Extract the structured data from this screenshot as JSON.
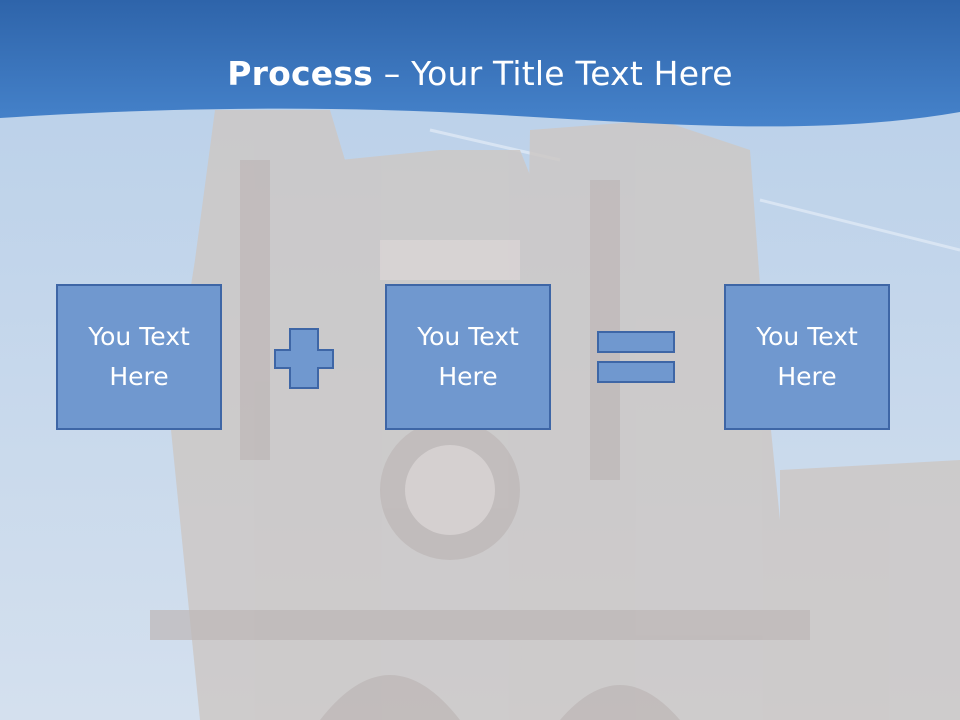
{
  "slide": {
    "title_bold": "Process",
    "title_rest": " – Your Title Text Here",
    "boxes": [
      {
        "text": "You Text\nHere"
      },
      {
        "text": "You Text\nHere"
      },
      {
        "text": "You Text\nHere"
      }
    ]
  },
  "colors": {
    "header_blue": "#3d78c2",
    "box_fill": "#7098cf",
    "box_border": "#3e66a6"
  },
  "icons": {
    "operator_1": "plus-sign",
    "operator_2": "equals-sign"
  }
}
